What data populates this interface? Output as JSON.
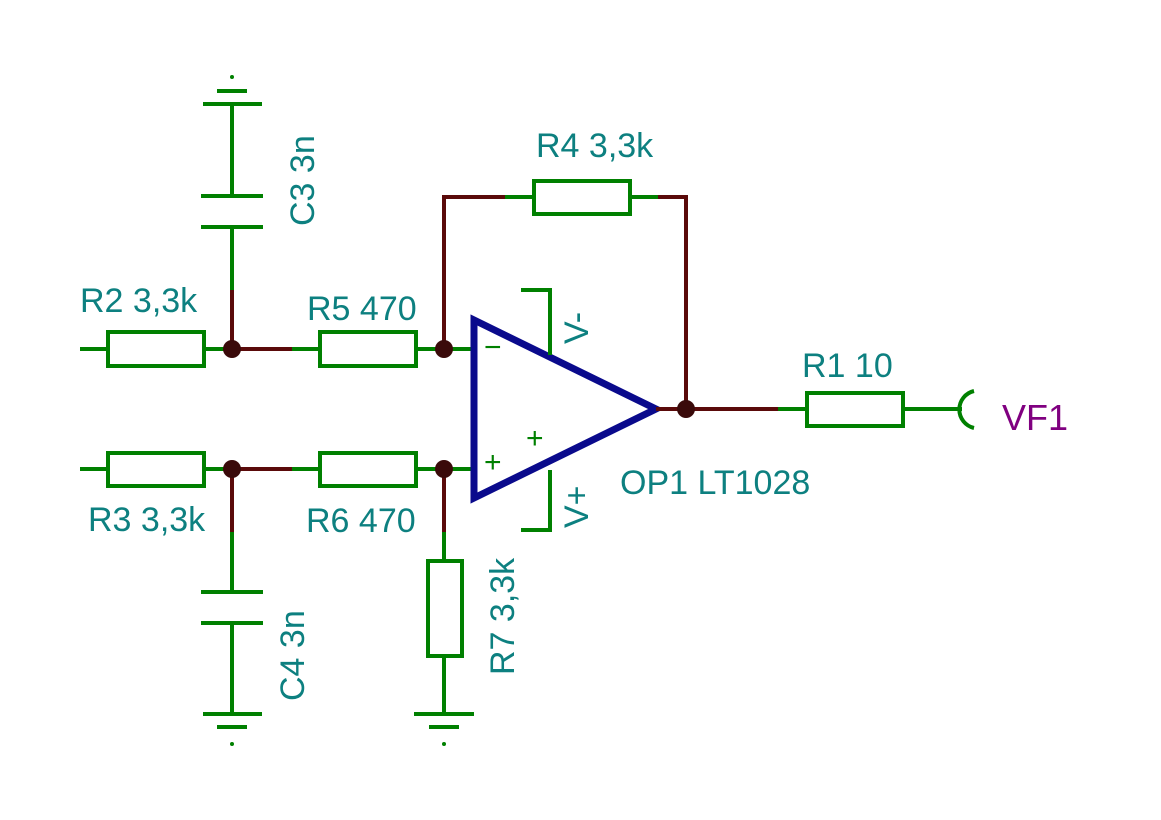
{
  "components": {
    "r1": "R1 10",
    "r2": "R2 3,3k",
    "r3": "R3 3,3k",
    "r4": "R4 3,3k",
    "r5": "R5 470",
    "r6": "R6 470",
    "r7": "R7 3,3k",
    "c3": "C3 3n",
    "c4": "C4 3n",
    "op1": "OP1 LT1028"
  },
  "opamp_pins": {
    "inv_input": "−",
    "noninv_input": "+",
    "vminus": "V-",
    "vplus": "V+",
    "vplus_mark": "+"
  },
  "net_labels": {
    "output": "VF1"
  },
  "colors": {
    "wire": "#008000",
    "net_wire": "#5a0a0a",
    "opamp": "#0a0a8c",
    "label_text": "#0d8080",
    "net_label_text": "#800080",
    "junction": "#3a0a0a"
  }
}
